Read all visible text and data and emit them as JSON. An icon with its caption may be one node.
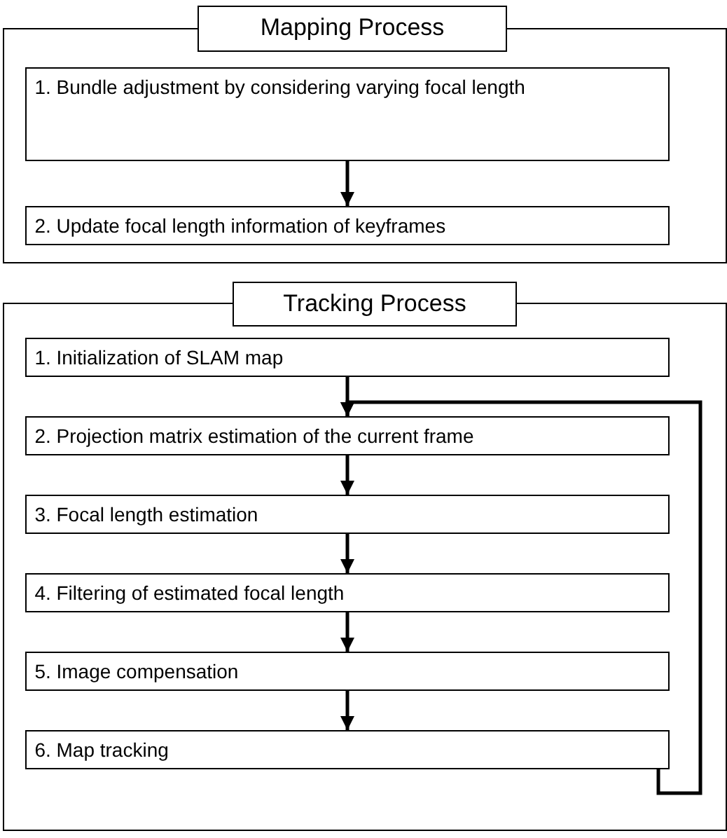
{
  "diagram": {
    "nodes": [
      {
        "text": [
          "Mapping Process"
        ]
      },
      {
        "text": [
          "1. Bundle adjustment by considering varying focal length"
        ],
        "in": 0
      },
      {
        "text": [
          "2. Update focal length information of keyframes"
        ],
        "in": 0
      },
      {
        "text": [
          "Tracking Process"
        ]
      },
      {
        "text": [
          "1. Initialization of SLAM map"
        ],
        "in": 3
      },
      {
        "text": [
          "2. Projection matrix estimation of the current frame"
        ],
        "in": 3
      },
      {
        "text": [
          "3. Focal length estimation"
        ],
        "in": 3
      },
      {
        "text": [
          "4. Filtering of estimated focal length"
        ],
        "in": 3
      },
      {
        "text": [
          "5. Image compensation"
        ],
        "in": 3
      },
      {
        "text": [
          "6. Map tracking"
        ],
        "in": 3
      }
    ],
    "edges": [
      {
        "from": 1,
        "to": 2,
        "arrow": "to"
      },
      {
        "from": 4,
        "to": 5,
        "arrow": "to"
      },
      {
        "from": 5,
        "to": 6,
        "arrow": "to"
      },
      {
        "from": 6,
        "to": 7,
        "arrow": "to"
      },
      {
        "from": 7,
        "to": 8,
        "arrow": "to"
      },
      {
        "from": 8,
        "to": 9,
        "arrow": "to"
      },
      {
        "from": 9,
        "to": 5,
        "arrow": "to"
      }
    ]
  }
}
